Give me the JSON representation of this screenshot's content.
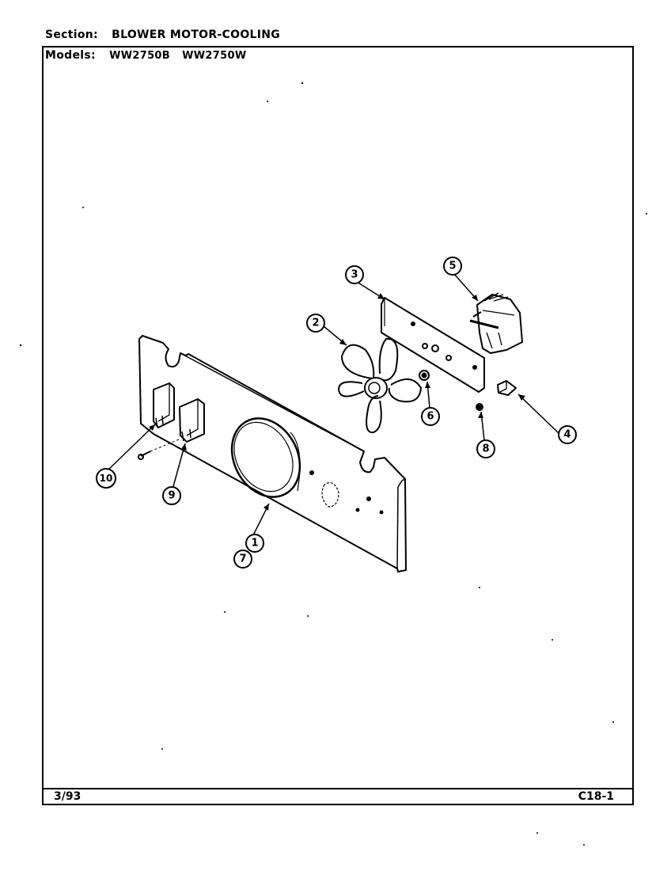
{
  "header": {
    "section_label": "Section:",
    "section_value": "BLOWER MOTOR-COOLING",
    "models_label": "Models:",
    "models": [
      "WW2750B",
      "WW2750W"
    ]
  },
  "callouts": [
    {
      "id": "1",
      "part": "panel"
    },
    {
      "id": "2",
      "part": "fan-blade"
    },
    {
      "id": "3",
      "part": "motor-bracket"
    },
    {
      "id": "4",
      "part": "clip"
    },
    {
      "id": "5",
      "part": "blower-motor"
    },
    {
      "id": "6",
      "part": "nut"
    },
    {
      "id": "7",
      "part": "panel-ring"
    },
    {
      "id": "8",
      "part": "screw"
    },
    {
      "id": "9",
      "part": "switch-right"
    },
    {
      "id": "10",
      "part": "switch-left"
    }
  ],
  "footer": {
    "date": "3/93",
    "page": "C18-1"
  }
}
